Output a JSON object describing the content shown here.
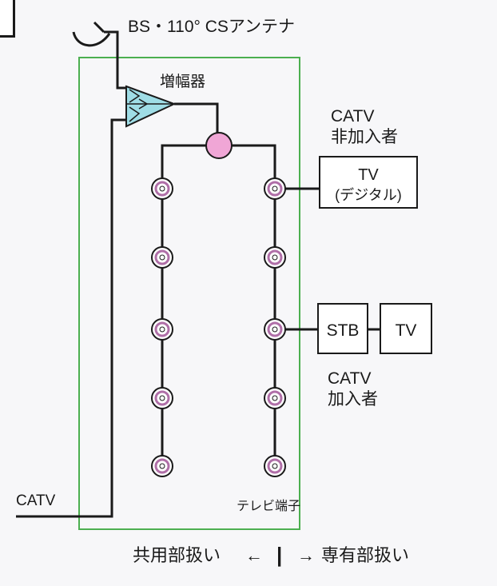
{
  "labels": {
    "antenna": "BS・110° CSアンテナ",
    "amplifier": "増幅器",
    "catv_non_subscriber_1": "CATV",
    "catv_non_subscriber_2": "非加入者",
    "tv_digital_1": "TV",
    "tv_digital_2": "(デジタル)",
    "stb": "STB",
    "tv": "TV",
    "catv_subscriber_1": "CATV",
    "catv_subscriber_2": "加入者",
    "catv_input": "CATV",
    "tv_outlet": "テレビ端子",
    "footer_left": "共用部扱い",
    "footer_left_arrow": "←",
    "footer_divider": "|",
    "footer_right_arrow": "→",
    "footer_right": "専有部扱い"
  },
  "colors": {
    "line": "#1a1a1a",
    "box": "#4caf50",
    "amplifier_fill": "#9fdde6",
    "splitter_fill": "#f0a6d6",
    "outlet_ring": "#b06fa8"
  },
  "outlets": {
    "columns": 2,
    "rows": 5
  }
}
